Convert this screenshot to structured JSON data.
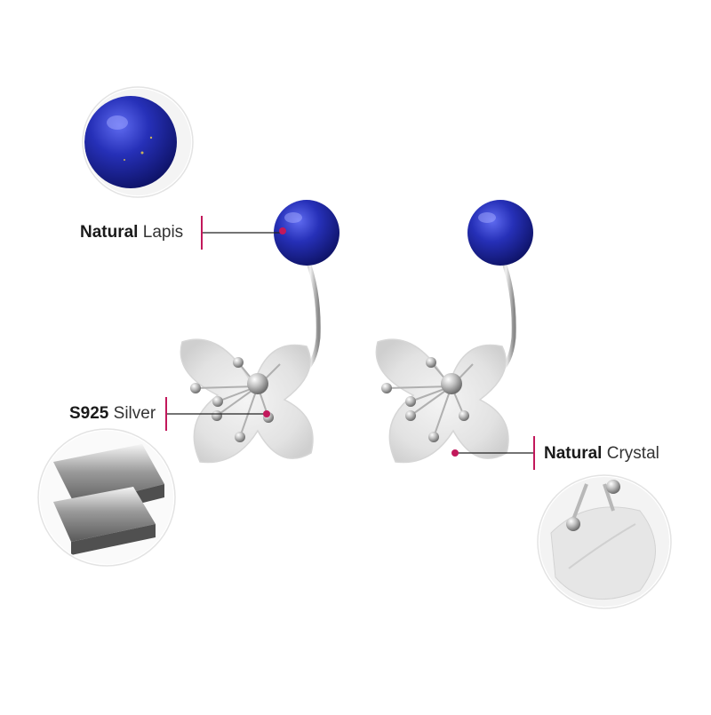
{
  "callouts": {
    "lapis": {
      "strong": "Natural",
      "light": "Lapis"
    },
    "silver": {
      "strong": "S925",
      "light": "Silver"
    },
    "crystal": {
      "strong": "Natural",
      "light": "Crystal"
    }
  },
  "colors": {
    "accent": "#c2185b",
    "lapis": "#2a2fb0",
    "silver": "#c8c8c8"
  }
}
